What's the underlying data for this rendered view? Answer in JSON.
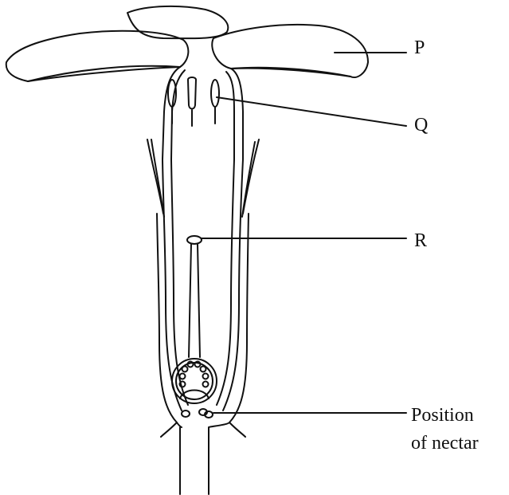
{
  "labels": {
    "p": "P",
    "q": "Q",
    "r": "R",
    "nectar_line1": "Position",
    "nectar_line2": "of nectar"
  },
  "colors": {
    "stroke": "#111111",
    "background": "#ffffff"
  }
}
